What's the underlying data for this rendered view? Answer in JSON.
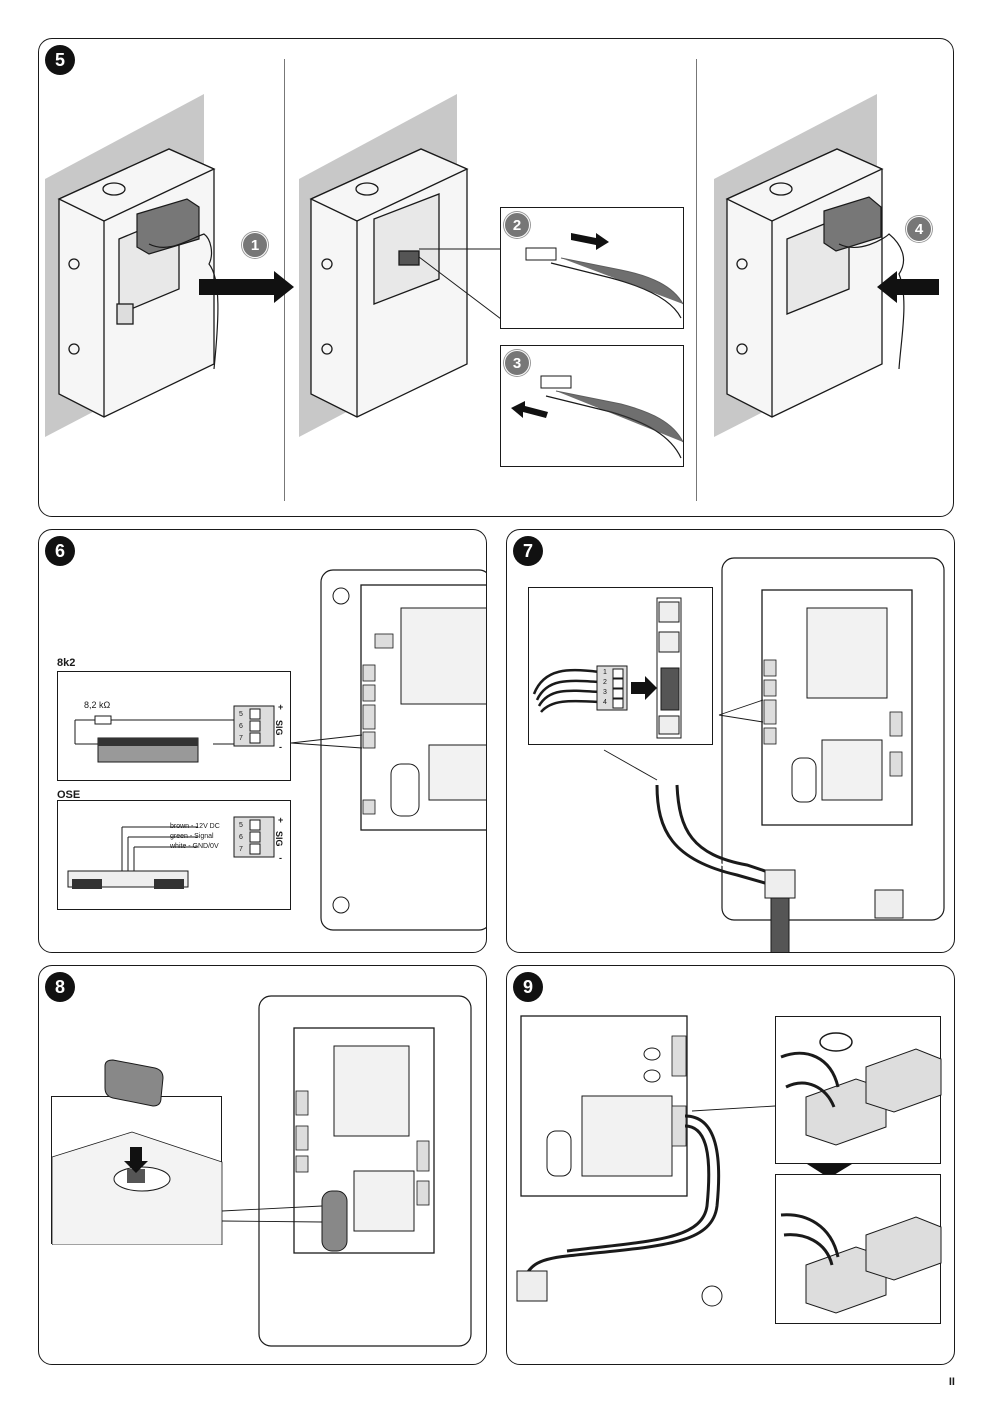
{
  "steps": {
    "s5": "5",
    "s6": "6",
    "s7": "7",
    "s8": "8",
    "s9": "9"
  },
  "sub_steps": {
    "a": "1",
    "b": "2",
    "c": "3",
    "d": "4"
  },
  "panel6": {
    "title_8k2": "8k2",
    "resistor": "8,2 kΩ",
    "title_ose": "OSE",
    "ose_wires": [
      "brown - 12V DC",
      "green - Signal",
      "white - GND/0V"
    ],
    "terminals": [
      "5",
      "6",
      "7"
    ],
    "sig_label": "SIG",
    "plus": "+",
    "minus": "-"
  },
  "panel7": {
    "terminals": [
      "1",
      "2",
      "3",
      "4"
    ]
  },
  "page_number": "II",
  "colors": {
    "line": "#1a1a1a",
    "fill_grey": "#d9d9d9",
    "wall_grey": "#c8c8c8",
    "badge_dark": "#111111",
    "badge_grey": "#777777"
  }
}
